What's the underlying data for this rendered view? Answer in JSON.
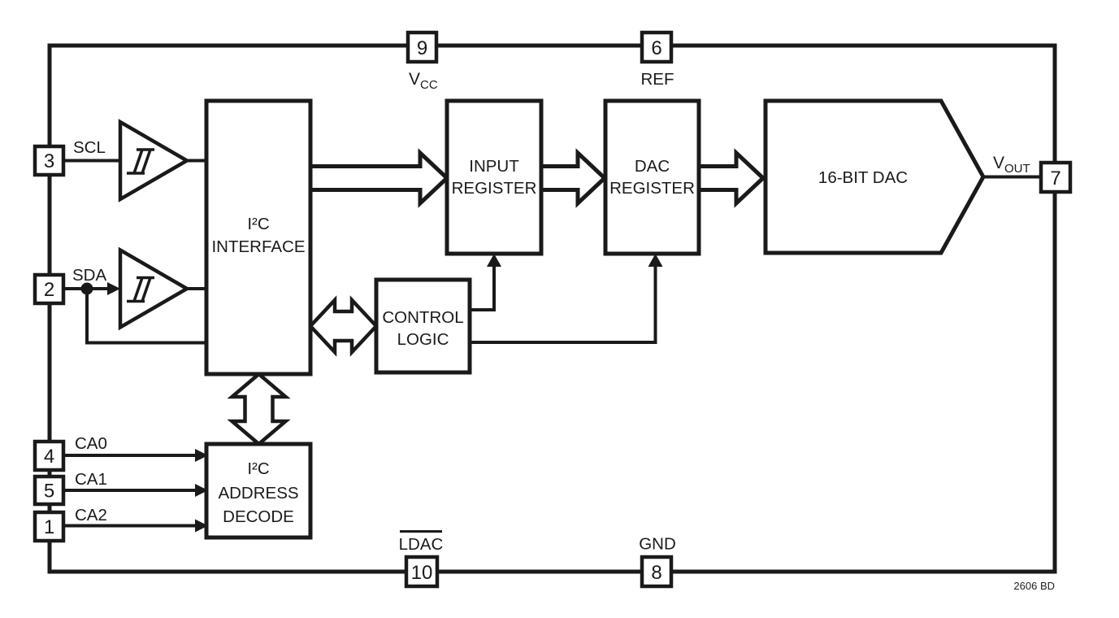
{
  "diagram": {
    "footer": {
      "code": "2606 BD"
    },
    "colors": {
      "line": "#1a1a1a",
      "background": "#ffffff"
    },
    "blocks": {
      "i2c_interface": {
        "lines": [
          "I²C",
          "INTERFACE"
        ]
      },
      "input_register": {
        "lines": [
          "INPUT",
          "REGISTER"
        ]
      },
      "dac_register": {
        "lines": [
          "DAC",
          "REGISTER"
        ]
      },
      "control_logic": {
        "lines": [
          "CONTROL",
          "LOGIC"
        ]
      },
      "i2c_address_decode": {
        "lines": [
          "I²C",
          "ADDRESS",
          "DECODE"
        ]
      },
      "dac_16bit": {
        "label": "16-BIT DAC"
      }
    },
    "pins": {
      "p3": {
        "num": "3",
        "label": "SCL"
      },
      "p2": {
        "num": "2",
        "label": "SDA"
      },
      "p4": {
        "num": "4",
        "label": "CA0"
      },
      "p5": {
        "num": "5",
        "label": "CA1"
      },
      "p1": {
        "num": "1",
        "label": "CA2"
      },
      "p9": {
        "num": "9",
        "label_base": "V",
        "label_sub": "CC"
      },
      "p6": {
        "num": "6",
        "label": "REF"
      },
      "p7": {
        "num": "7",
        "label_base": "V",
        "label_sub": "OUT"
      },
      "p10": {
        "num": "10",
        "label": "LDAC"
      },
      "p8": {
        "num": "8",
        "label": "GND"
      }
    }
  }
}
